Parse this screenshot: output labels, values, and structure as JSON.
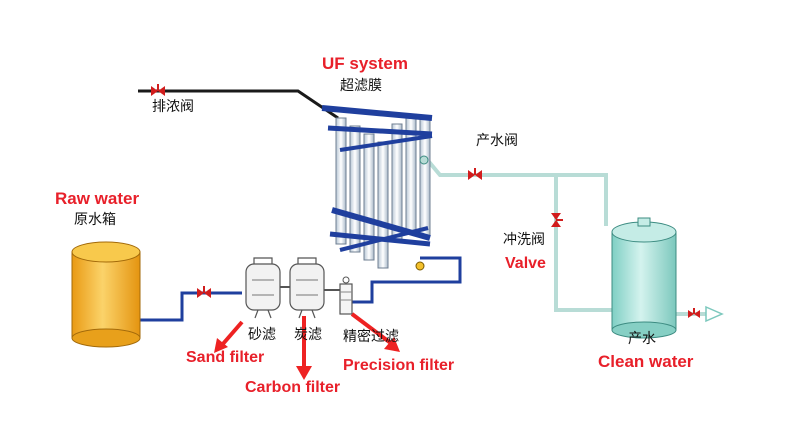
{
  "colors": {
    "label_red": "#e8202a",
    "pipe_blue": "#1f3f9e",
    "pipe_light": "#b8dcd6",
    "pipe_dark": "#1a1a1a",
    "arrow_red": "#ee2222",
    "raw_tank": "#f5b82e",
    "clean_tank": "#a6e0d8",
    "membrane": "#e6ecf2",
    "valve": "#d11d1d"
  },
  "labels": {
    "uf_system_en": "UF system",
    "uf_system_zh": "超滤膜",
    "drain_valve_zh": "排浓阀",
    "product_valve_zh": "产水阀",
    "flush_valve_zh": "冲洗阀",
    "valve_en": "Valve",
    "raw_water_en": "Raw water",
    "raw_tank_zh": "原水箱",
    "sand_zh": "砂滤",
    "carbon_zh": "炭滤",
    "precision_zh": "精密过滤",
    "product_zh": "产水",
    "sand_en": "Sand filter",
    "carbon_en": "Carbon filter",
    "precision_en": "Precision filter",
    "clean_en": "Clean water"
  },
  "icons": [
    "valve-icon",
    "flow-arrow-icon",
    "pressure-gauge-icon"
  ]
}
